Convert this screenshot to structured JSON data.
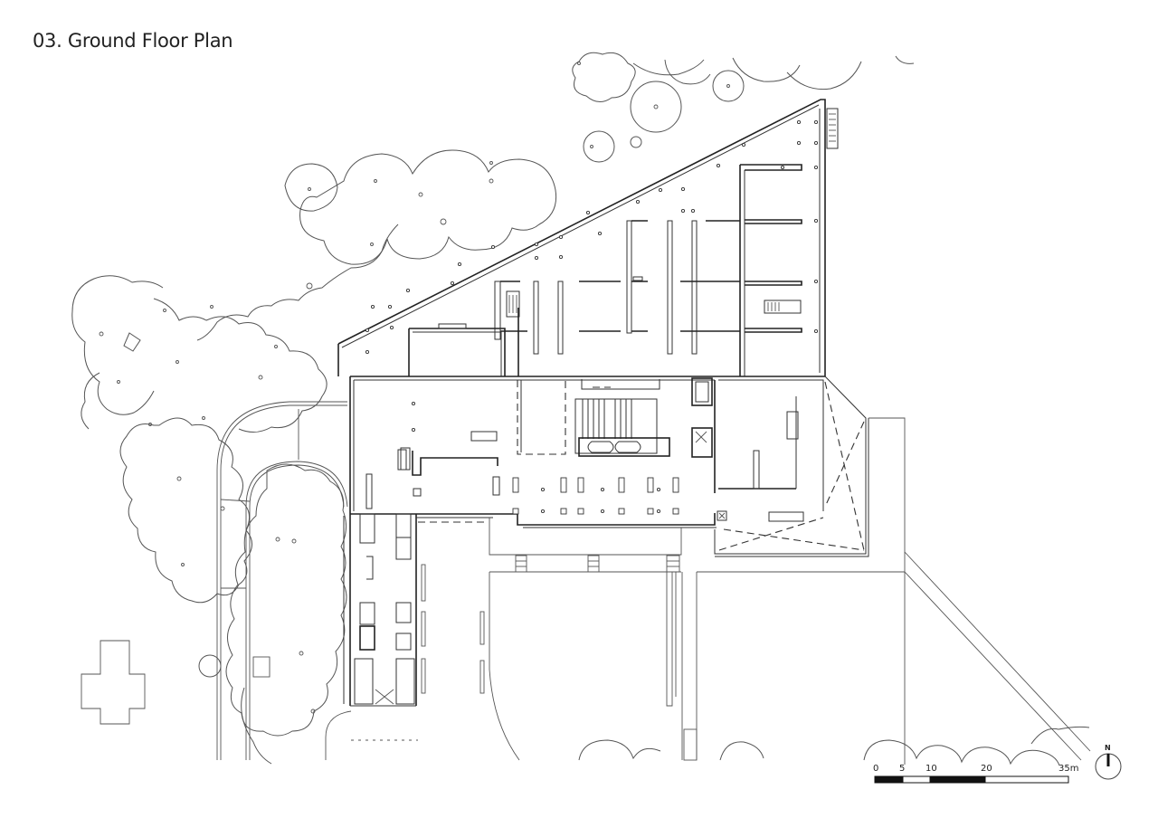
{
  "title": "03. Ground Floor Plan",
  "scale_bar": {
    "labels": [
      "0",
      "5",
      "10",
      "20",
      "35m"
    ],
    "segments": [
      {
        "from": 0,
        "to": 5,
        "fill": "#111111"
      },
      {
        "from": 5,
        "to": 10,
        "fill": "#ffffff"
      },
      {
        "from": 10,
        "to": 20,
        "fill": "#111111"
      },
      {
        "from": 20,
        "to": 35,
        "fill": "#ffffff"
      }
    ],
    "unit": "m"
  },
  "north_arrow": {
    "label": "N"
  },
  "colors": {
    "line": "#222222",
    "tree": "#555555",
    "background": "#ffffff"
  }
}
